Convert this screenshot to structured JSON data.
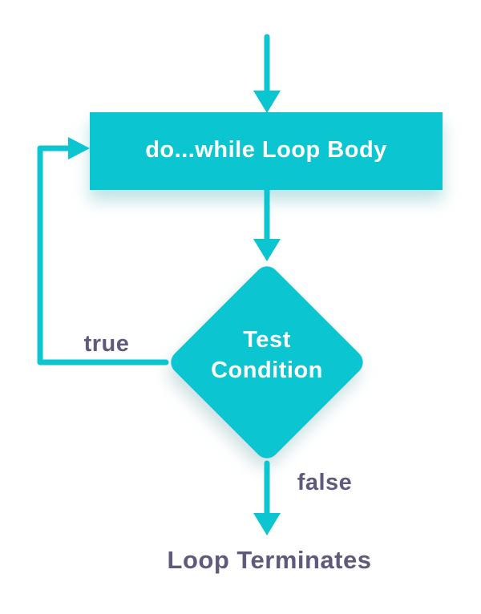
{
  "diagram": {
    "nodes": {
      "loop_body": {
        "label": "do...while Loop Body"
      },
      "test_condition": {
        "line1": "Test",
        "line2": "Condition"
      },
      "terminator": {
        "label": "Loop Terminates"
      }
    },
    "edge_labels": {
      "true": "true",
      "false": "false"
    },
    "colors": {
      "shape_fill": "#0bc5d0",
      "arrow_stroke": "#0bc5d0",
      "node_text": "#ffffff",
      "label_text": "#5e5a7d",
      "background": "#ffffff"
    }
  }
}
